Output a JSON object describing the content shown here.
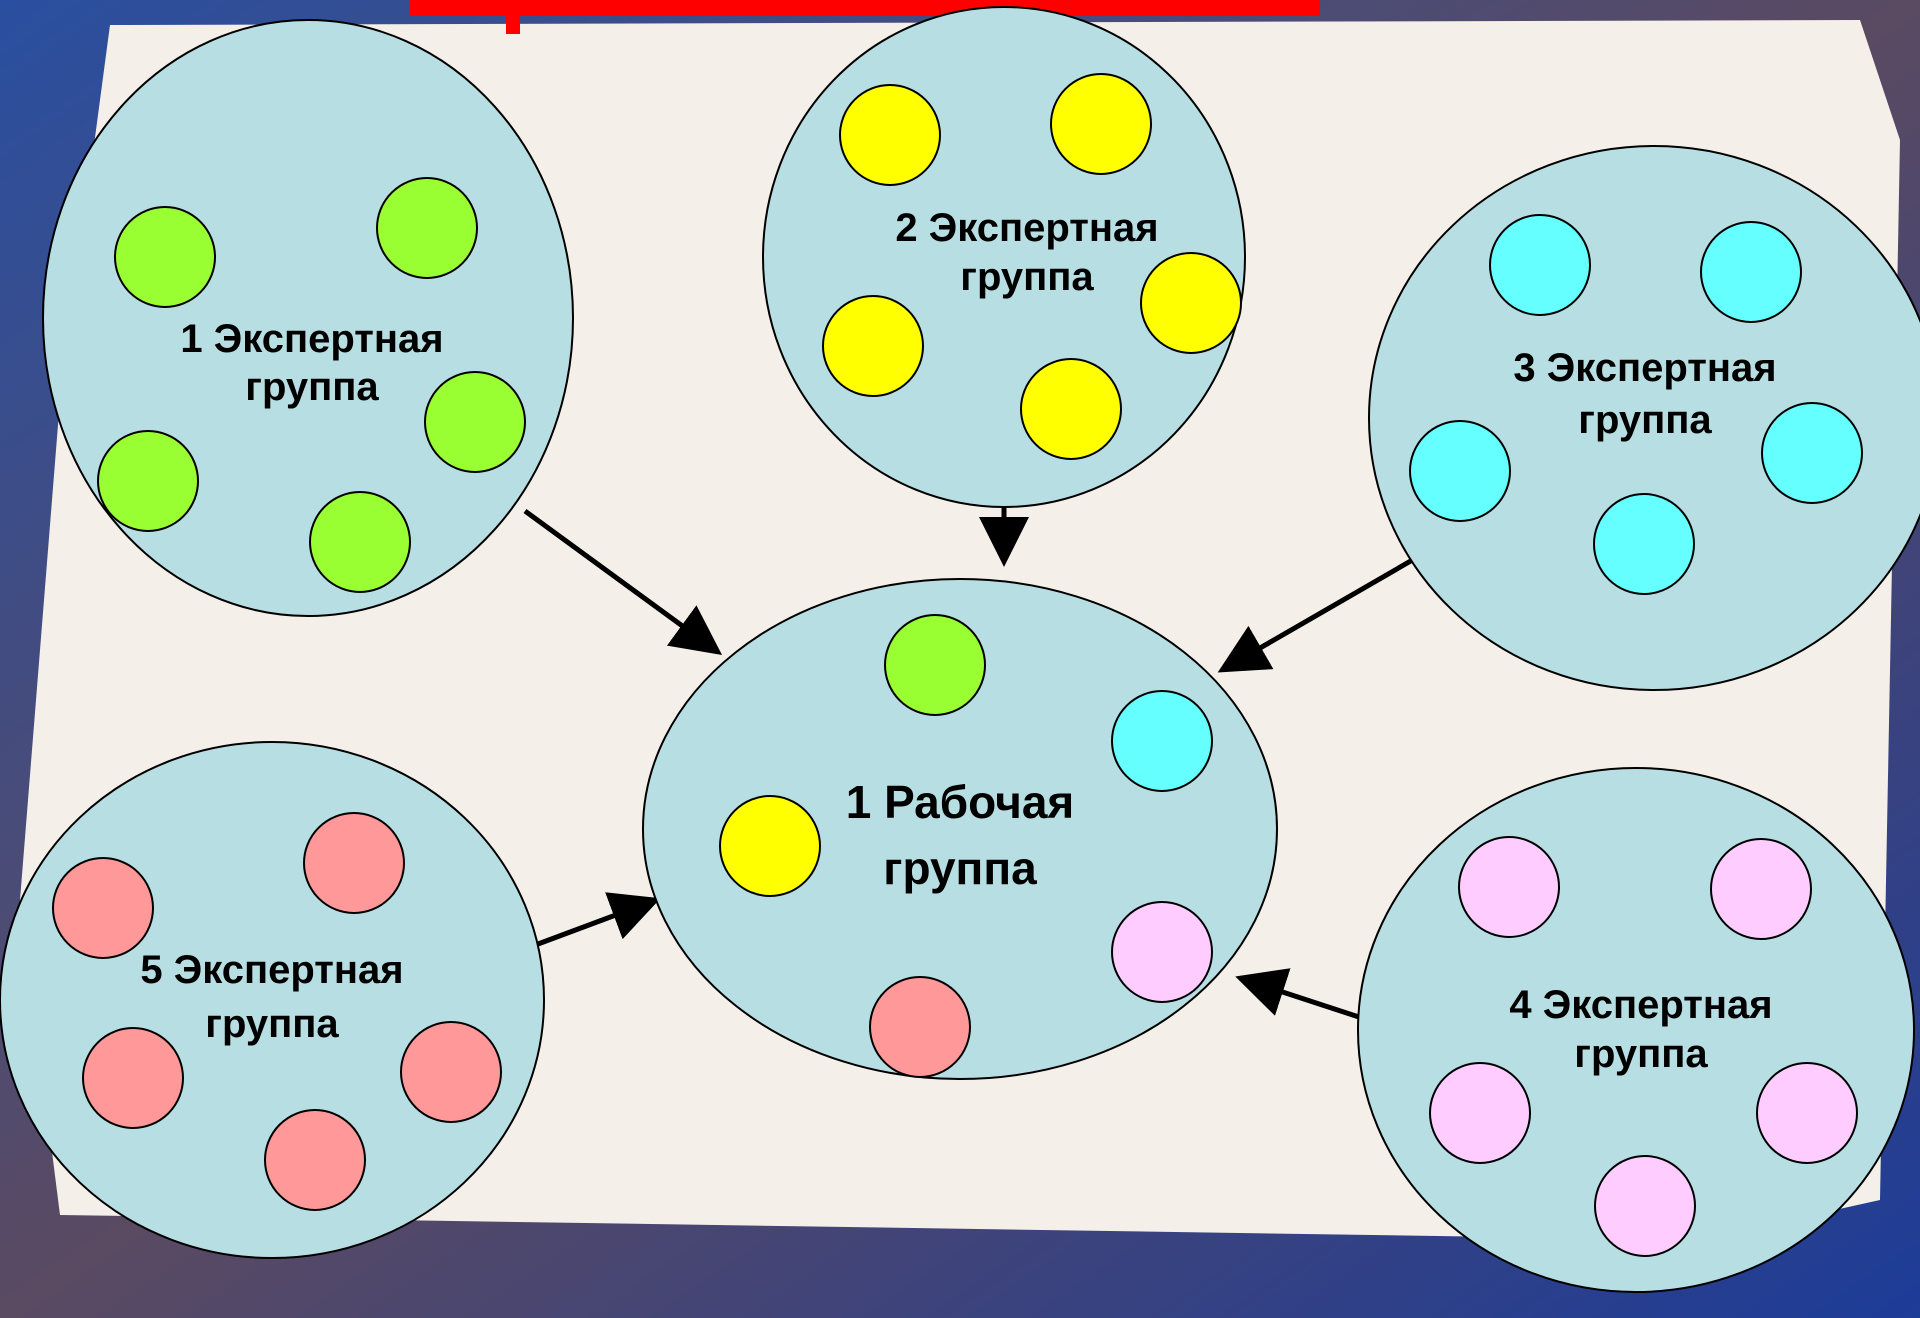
{
  "colors": {
    "group_fill": "#b7dfe3",
    "group_stroke": "#000000",
    "paper": "#f5efe9",
    "underline": "#ff0000",
    "green": "#99ff33",
    "yellow": "#ffff00",
    "cyan": "#66ffff",
    "pink": "#ffccff",
    "salmon": "#ff9999"
  },
  "expert_groups": [
    {
      "id": "expert-group-1",
      "line1": "1 Экспертная",
      "line2": "группа",
      "member_color": "green",
      "member_count": 5
    },
    {
      "id": "expert-group-2",
      "line1": "2 Экспертная",
      "line2": "группа",
      "member_color": "yellow",
      "member_count": 5
    },
    {
      "id": "expert-group-3",
      "line1": "3 Экспертная",
      "line2": "группа",
      "member_color": "cyan",
      "member_count": 5
    },
    {
      "id": "expert-group-4",
      "line1": "4 Экспертная",
      "line2": "группа",
      "member_color": "pink",
      "member_count": 5
    },
    {
      "id": "expert-group-5",
      "line1": "5 Экспертная",
      "line2": "группа",
      "member_color": "salmon",
      "member_count": 5
    }
  ],
  "working_group": {
    "line1": "1 Рабочая",
    "line2": "группа",
    "member_colors": [
      "green",
      "cyan",
      "yellow",
      "pink",
      "salmon"
    ]
  },
  "arrows": [
    {
      "from": "expert-group-1",
      "to": "working-group"
    },
    {
      "from": "expert-group-2",
      "to": "working-group"
    },
    {
      "from": "expert-group-3",
      "to": "working-group"
    },
    {
      "from": "expert-group-4",
      "to": "working-group"
    },
    {
      "from": "expert-group-5",
      "to": "working-group"
    }
  ]
}
